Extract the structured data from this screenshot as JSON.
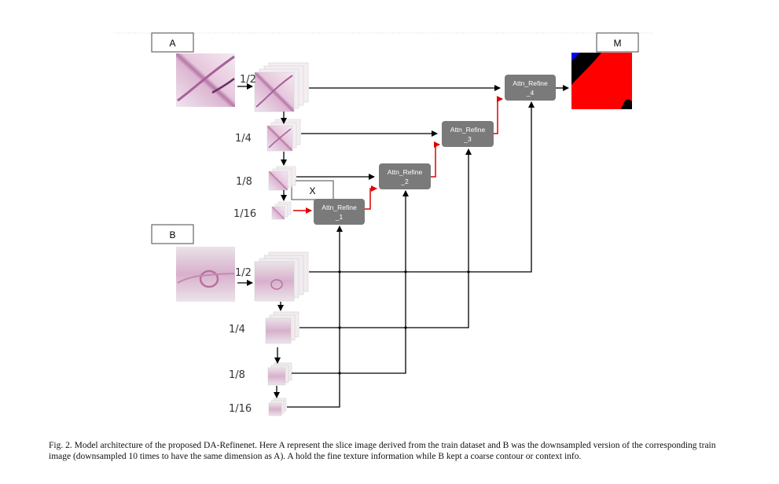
{
  "labels": {
    "a": "A",
    "b": "B",
    "m": "M",
    "x": "X"
  },
  "a_branch": {
    "scales": [
      "1/2",
      "1/4",
      "1/8",
      "1/16"
    ]
  },
  "b_branch": {
    "scales": [
      "1/2",
      "1/4",
      "1/8",
      "1/16"
    ]
  },
  "refine_blocks": [
    {
      "line1": "Attn_Refine",
      "line2": "_1"
    },
    {
      "line1": "Attn_Refine",
      "line2": "_2"
    },
    {
      "line1": "Attn_Refine",
      "line2": "_3"
    },
    {
      "line1": "Attn_Refine",
      "line2": "_4"
    }
  ],
  "colors": {
    "block": "#7a7a7a",
    "red_path": "#e00000",
    "tissue": "#d9a8c8",
    "mask_red": "#ff0000",
    "mask_blue": "#0000ff"
  },
  "caption": "Fig. 2.  Model architecture of the proposed DA-Refinenet. Here A represent the slice image derived from the train dataset and B was the downsampled version of the corresponding train image (downsampled 10 times to have the same dimension as A). A hold the fine texture information while B kept a coarse contour or context info."
}
